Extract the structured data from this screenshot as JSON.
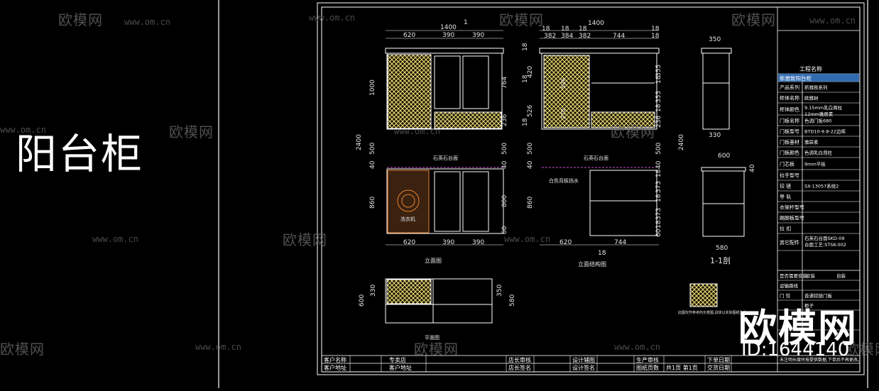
{
  "title": "阳台柜",
  "watermark": {
    "brand": "欧模网",
    "url": "www.om.cn"
  },
  "logo": {
    "text": "欧模网",
    "id": "ID:1644140"
  },
  "front_view": {
    "widths_top": [
      "1400",
      "620",
      "390",
      "390"
    ],
    "widths_bottom": [
      "620",
      "390",
      "390"
    ],
    "heights_left": [
      "2400",
      "1000",
      "500",
      "40",
      "860"
    ],
    "heights_right": [
      "764",
      "236",
      "500",
      "40",
      "800",
      "60"
    ],
    "mark_1": "1",
    "washer_label": "洗衣机",
    "note": "石英石台面",
    "caption": "立面图"
  },
  "structure_view": {
    "widths_top": [
      "1400",
      "18",
      "18",
      "18",
      "18",
      "382",
      "384",
      "382",
      "744",
      "18"
    ],
    "widths_bottom": [
      "620",
      "744",
      "18"
    ],
    "heights_left": [
      "18",
      "420",
      "18",
      "526",
      "18",
      "500",
      "40",
      "860"
    ],
    "heights_right": [
      "355",
      "18",
      "355",
      "18",
      "236",
      "500",
      "40",
      "18",
      "373",
      "18",
      "373",
      "18",
      "60"
    ],
    "inner_dims": [
      "526",
      "270"
    ],
    "note_1": "石英石台面",
    "note_2": "白色背板挡水",
    "caption": "立面结构图"
  },
  "section_view": {
    "dims": [
      "350",
      "330",
      "600",
      "580",
      "2400",
      "40"
    ],
    "caption": "1-1剖"
  },
  "plan_view": {
    "dims": [
      "330",
      "600",
      "350",
      "580"
    ],
    "caption": "平面图"
  },
  "lattice_note": "此图仅作参考的示意图,具体以实际图纸为准",
  "spec_table": {
    "header": "工程名称",
    "title_cell": "新雅致阳台柜",
    "rows": [
      {
        "label": "产品系列",
        "value": "新雅致系列"
      },
      {
        "label": "柜体名称",
        "value": "欧雅树"
      },
      {
        "label": "柜体颜色",
        "value": "9.15mm乳白周柱 12mm雅居素"
      },
      {
        "label": "门板名称",
        "value": "色调门板680"
      },
      {
        "label": "门板型号",
        "value": "BTD10-9.8-22边框"
      },
      {
        "label": "门板基材",
        "value": "雅居素"
      },
      {
        "label": "门板颜色",
        "value": "色调乳白周柱"
      },
      {
        "label": "门芯板",
        "value": "9mm平板"
      },
      {
        "label": "拉手型号",
        "value": ""
      },
      {
        "label": "铰  链",
        "value": "SX-13057系统2"
      },
      {
        "label": "导  轨",
        "value": ""
      },
      {
        "label": "衣架杆型号",
        "value": ""
      },
      {
        "label": "踢脚板型号",
        "value": ""
      },
      {
        "label": "拉  扣",
        "value": ""
      },
      {
        "label": "其它配件",
        "value": "石英石台面SKD-09 台面工艺:STSK-002"
      }
    ],
    "install": {
      "label": "是否需要安装",
      "yes": "安装",
      "no": "自装"
    },
    "lower_rows": [
      {
        "label": "运输路线",
        "value": ""
      },
      {
        "label": "门  饺",
        "value": "普通铰链门板"
      },
      {
        "label": "",
        "value": "柜子"
      }
    ],
    "footer_note": "未注明长度时按提供数据,下单后不再更改。"
  },
  "bottom_table": {
    "row1": [
      "客户名称",
      "专卖店",
      "",
      "店长审核",
      "",
      "设计辅图",
      "",
      "生产审核",
      "",
      "下单日期"
    ],
    "row2": [
      "客户地址",
      "客户地址",
      "",
      "店长签名",
      "",
      "设计签名",
      "",
      "图纸页数",
      "共1页 第1页",
      "交货日期"
    ]
  },
  "colors": {
    "line": "#ffffff",
    "dim": "#e6e6e6",
    "lattice": "#f2e27a",
    "washer": "#e8822c",
    "highlight": "#3a7fd0",
    "dashed": "#d24dd8"
  }
}
